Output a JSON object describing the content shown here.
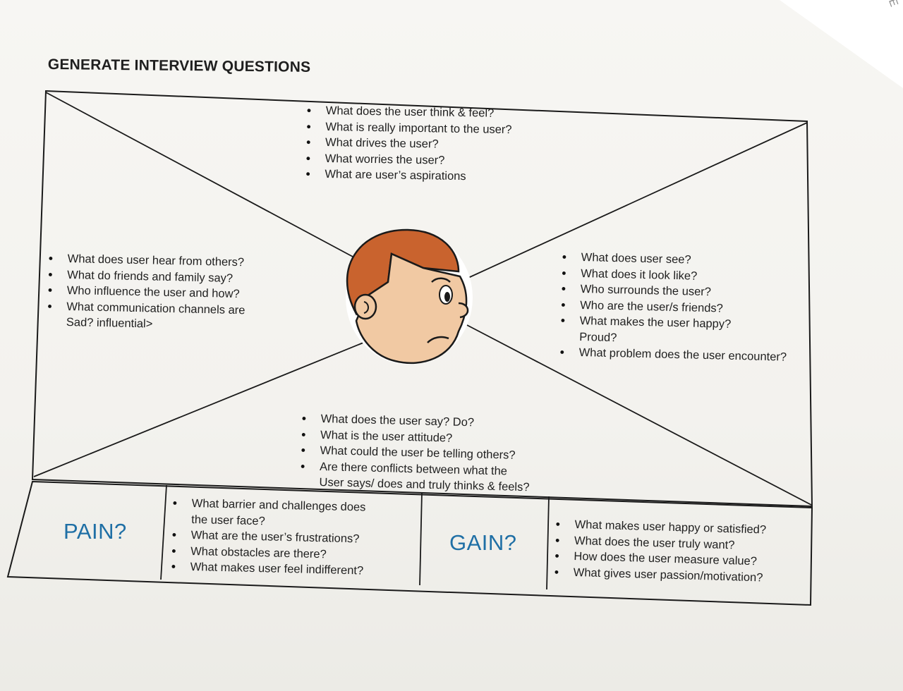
{
  "title": "GENERATE INTERVIEW QUESTIONS",
  "corner_text": "DOE",
  "colors": {
    "label_blue": "#1f6fa5",
    "hair": "#c9632e",
    "skin": "#f1c9a3",
    "outline": "#1a1a1a"
  },
  "face_icon": "cartoon-user-head-icon",
  "think_feel": {
    "items": [
      "What does the user think & feel?",
      "What is really important to the user?",
      "What drives the user?",
      "What worries the user?",
      "What are user’s aspirations"
    ]
  },
  "hear": {
    "items": [
      "What does user hear from others?",
      "What do friends and family say?",
      "Who influence the user and how?",
      "What communication channels are",
      "Sad? influential>"
    ]
  },
  "see": {
    "items": [
      "What does user see?",
      "What does it look like?",
      "Who surrounds the user?",
      "Who are the user/s friends?",
      "What makes the user happy?",
      "Proud?",
      "What problem does the user encounter?"
    ]
  },
  "say_do": {
    "items": [
      "What does the user say? Do?",
      "What is the user attitude?",
      "What could the user be telling others?",
      "Are there conflicts between what the",
      "User says/ does and truly thinks & feels?"
    ]
  },
  "pain": {
    "label": "PAIN?",
    "items": [
      "What barrier and challenges does",
      "the user face?",
      "What are the user’s frustrations?",
      "What obstacles are there?",
      "What makes user feel indifferent?"
    ]
  },
  "gain": {
    "label": "GAIN?",
    "items": [
      "What makes user happy or satisfied?",
      "What does the user truly want?",
      "How does the user measure value?",
      "What gives user passion/motivation?"
    ]
  }
}
